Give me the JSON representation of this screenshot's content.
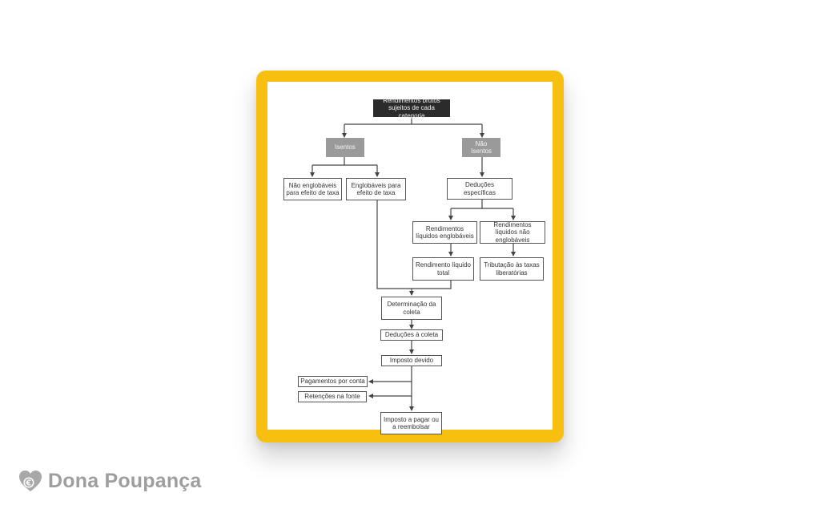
{
  "diagram": {
    "root": "Rendimentos brutos sujeitos de cada categoria",
    "isentos": "Isentos",
    "nao_isentos": "Não Isentos",
    "nao_englobaveis": "Não englobáveis para efeito de taxa",
    "englobaveis": "Englobáveis para efeito de taxa",
    "deducoes_especificas": "Deduções específicas",
    "rend_liq_englobaveis": "Rendimentos líquidos englobáveis",
    "rend_liq_nao_englobaveis": "Rendimentos líquidos não englobáveis",
    "rend_liq_total": "Rendimento líquido total",
    "tributacao": "Tributação às taxas liberatórias",
    "determinacao": "Determinação da coleta",
    "deducoes_coleta": "Deduções à coleta",
    "imposto_devido": "Imposto devido",
    "pagamentos_conta": "Pagamentos por conta",
    "retencoes_fonte": "Retenções na fonte",
    "imposto_pagar": "Imposto a pagar ou a reembolsar"
  },
  "brand": {
    "name": "Dona Poupança",
    "logo_icon": "heart-coin-icon",
    "color": "#9e9e9e"
  },
  "colors": {
    "frame": "#f7bf0f",
    "root_fill": "#2b2b2b",
    "category_fill": "#9a9a9a",
    "line": "#444444"
  }
}
